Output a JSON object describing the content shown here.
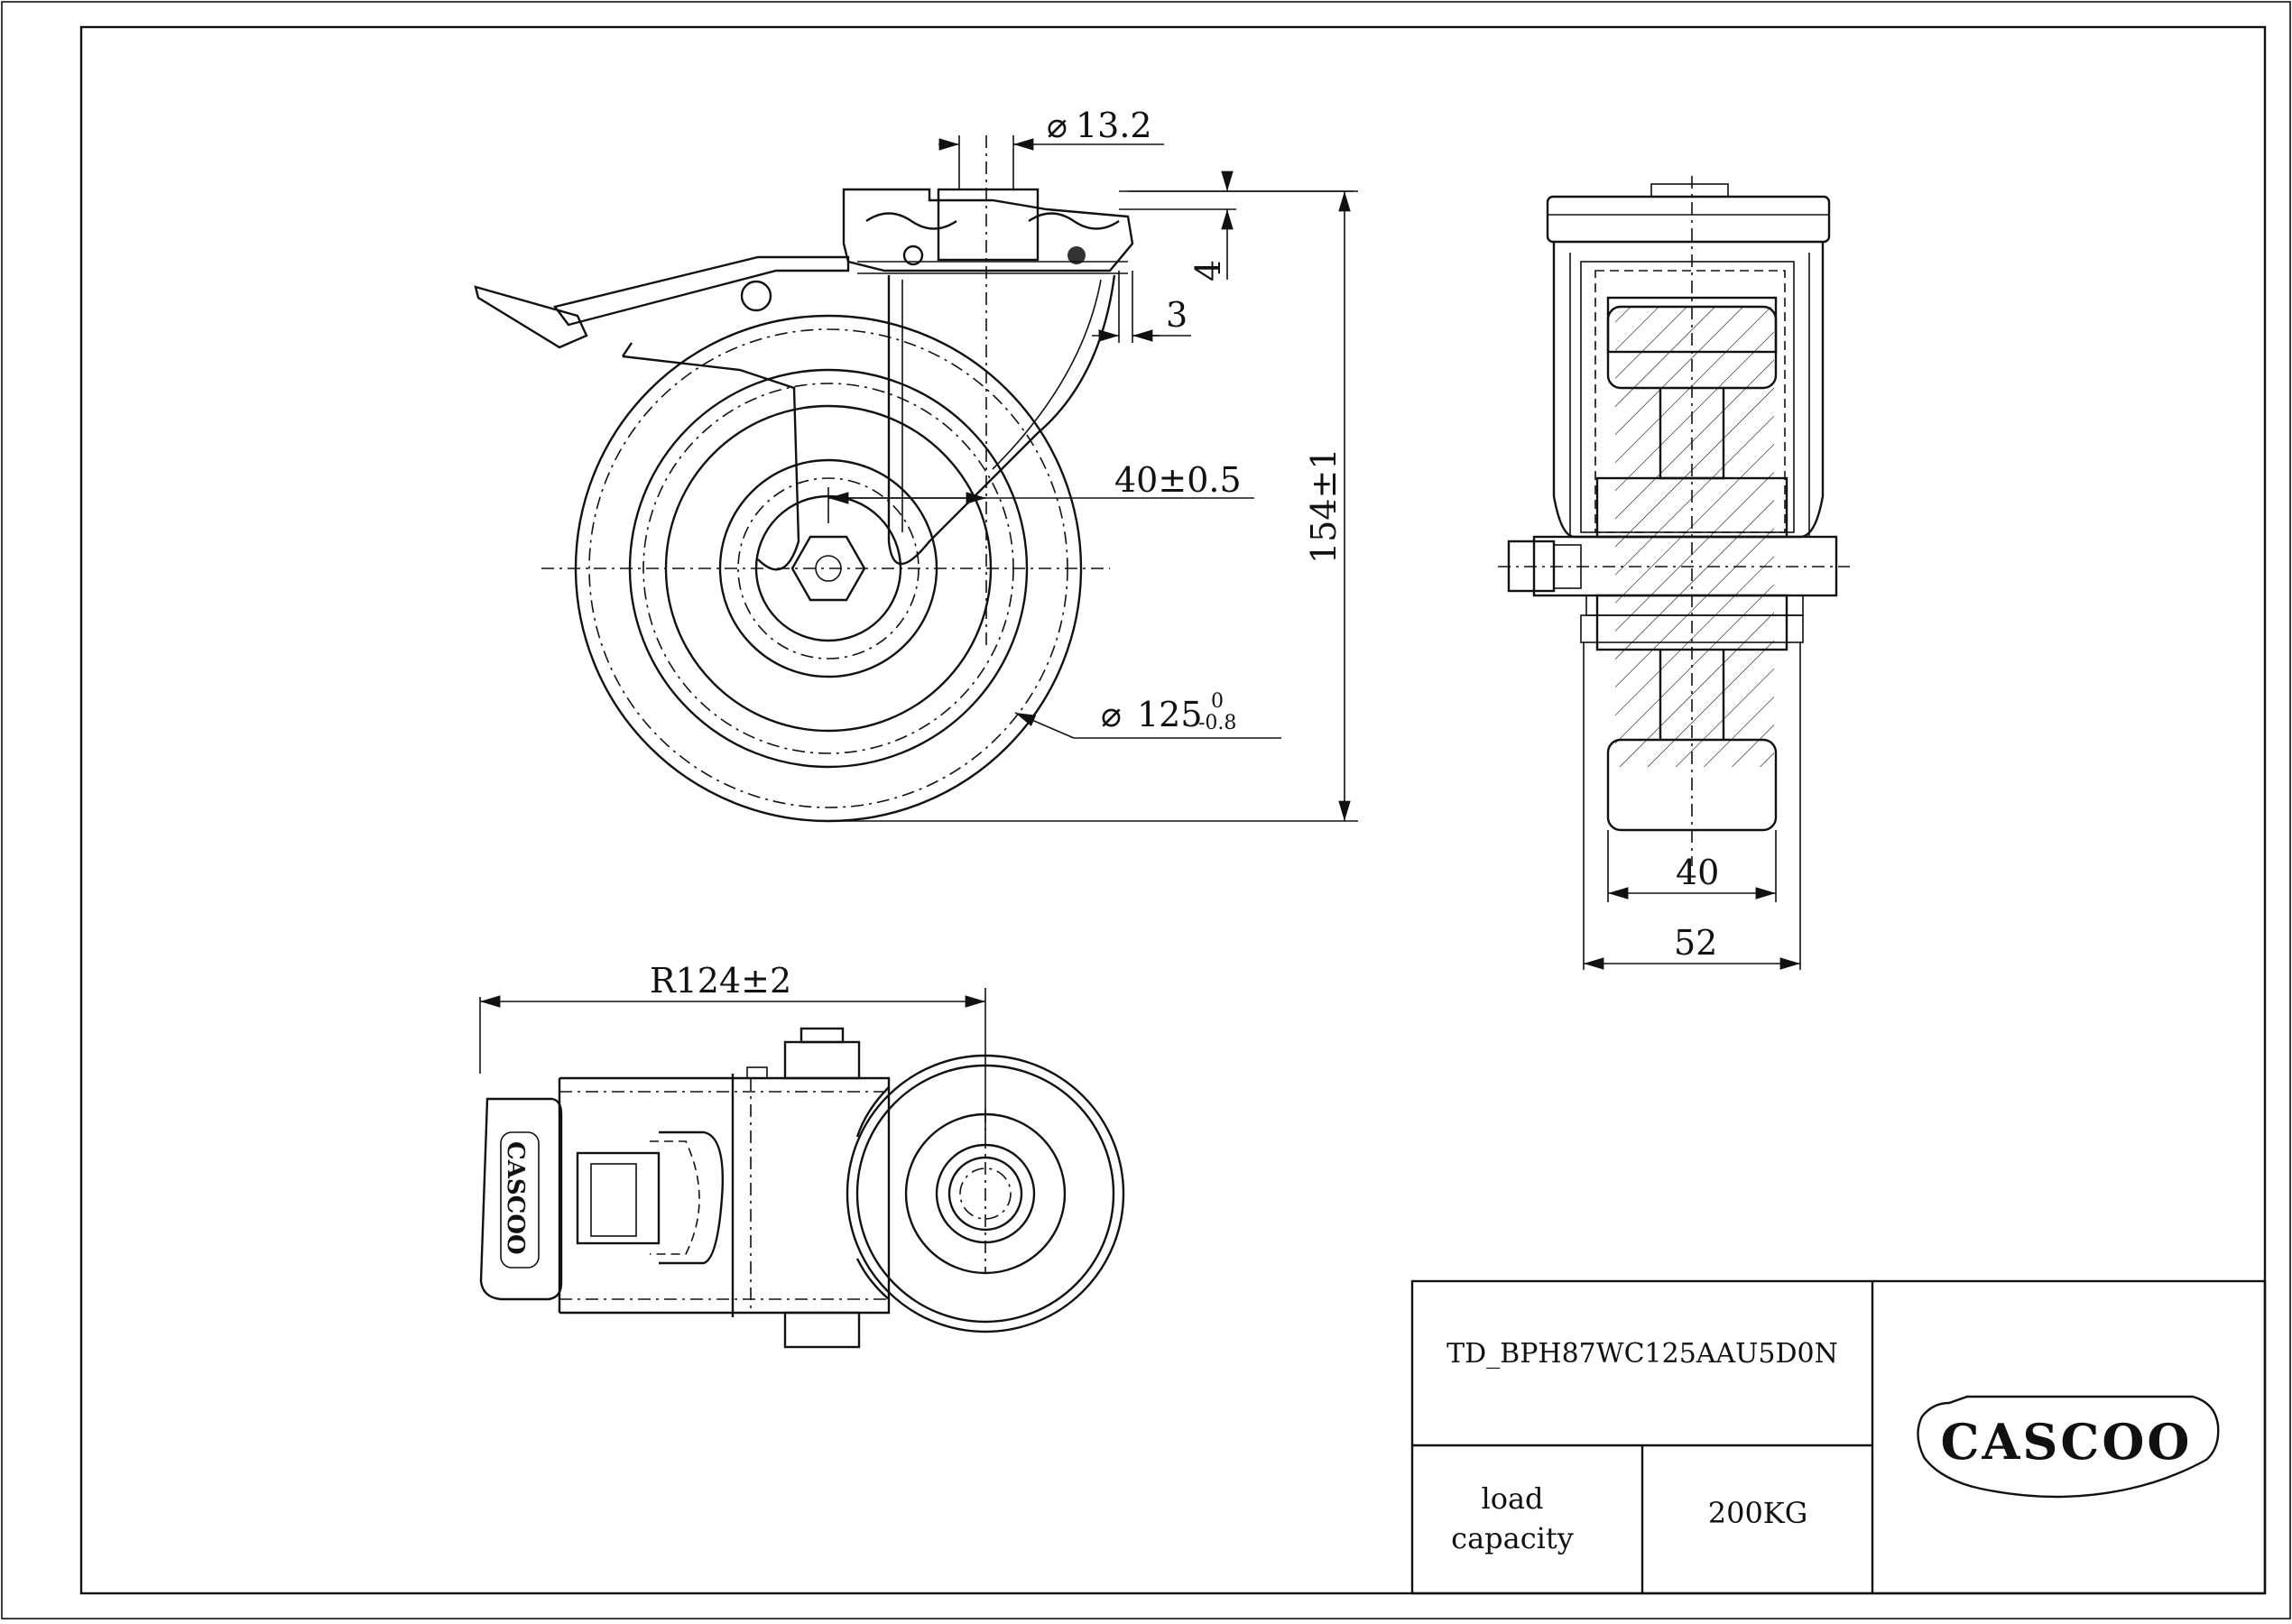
{
  "dimensions": {
    "bolt_hole": "13.2",
    "plate_height": "4",
    "plate_gap": "3",
    "offset": "40±0.5",
    "total_height": "154±1",
    "wheel_diameter": "125",
    "wheel_tol_upper": "0",
    "wheel_tol_lower": "-0.8",
    "wheel_width": "40",
    "fork_width": "52",
    "swivel_radius": "R124±2"
  },
  "title_block": {
    "part_number": "TD_BPH87WC125AAU5D0N",
    "load_label_line1": "load",
    "load_label_line2": "capacity",
    "load_value": "200KG",
    "logo_text": "CASCOO"
  },
  "brake_pedal_logo": "CASCOO"
}
